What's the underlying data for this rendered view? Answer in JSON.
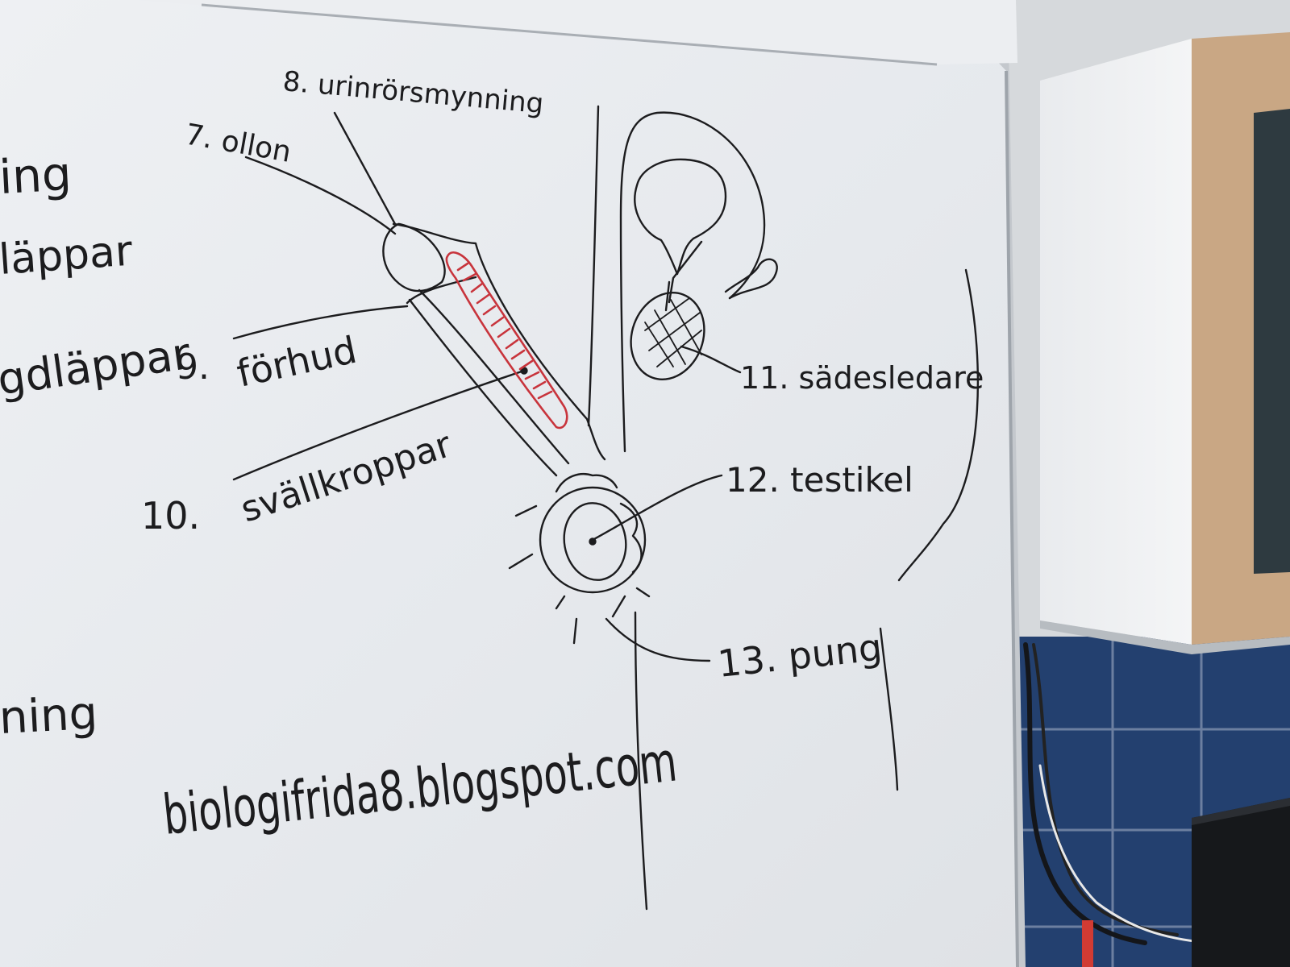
{
  "board": {
    "left_fragments": [
      "ing",
      "läppar",
      "gdläppar",
      "ning"
    ],
    "labels": [
      "8. urinrörsmynning",
      "7. ollon",
      "9.",
      "förhud",
      "10.",
      "svällkroppar",
      "11. sädesledare",
      "12. testikel",
      "13. pung"
    ],
    "url": "biologifrida8.blogspot.com"
  },
  "colors": {
    "ink": "#1c1c1e",
    "red_marker": "#c8343c",
    "tile_blue": "#23406f",
    "cabinet_wood": "#c9a784"
  }
}
